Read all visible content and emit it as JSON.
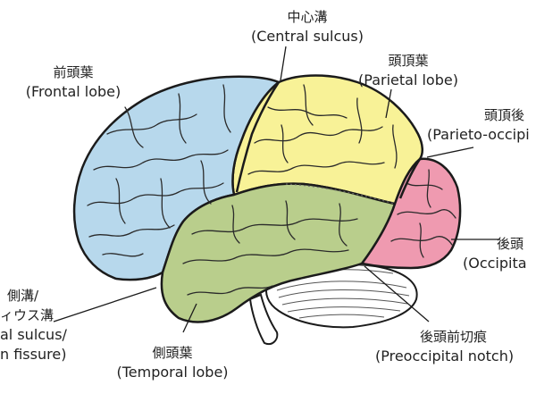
{
  "labels": {
    "central": {
      "ja": "中心溝",
      "en": "(Central sulcus)"
    },
    "frontal": {
      "ja": "前頭葉",
      "en": "(Frontal lobe)"
    },
    "parietal": {
      "ja": "頭頂葉",
      "en": "(Parietal lobe)"
    },
    "parieto_occipital": {
      "ja": "頭頂後",
      "en": "(Parieto-occipi"
    },
    "occipital": {
      "ja": "後頭",
      "en": "(Occipita"
    },
    "lateral": {
      "ja1": "側溝/",
      "ja2": "ィウス溝",
      "en1": "al sulcus/",
      "en2": "n fissure)"
    },
    "temporal": {
      "ja": "側頭葉",
      "en": "(Temporal lobe)"
    },
    "preoccipital": {
      "ja": "後頭前切痕",
      "en": "(Preoccipital notch)"
    }
  },
  "colors": {
    "frontal": "#b7d8ec",
    "parietal": "#f8f297",
    "occipital": "#ef9ab0",
    "temporal": "#b9ce8c",
    "outline": "#1b1b1b"
  }
}
